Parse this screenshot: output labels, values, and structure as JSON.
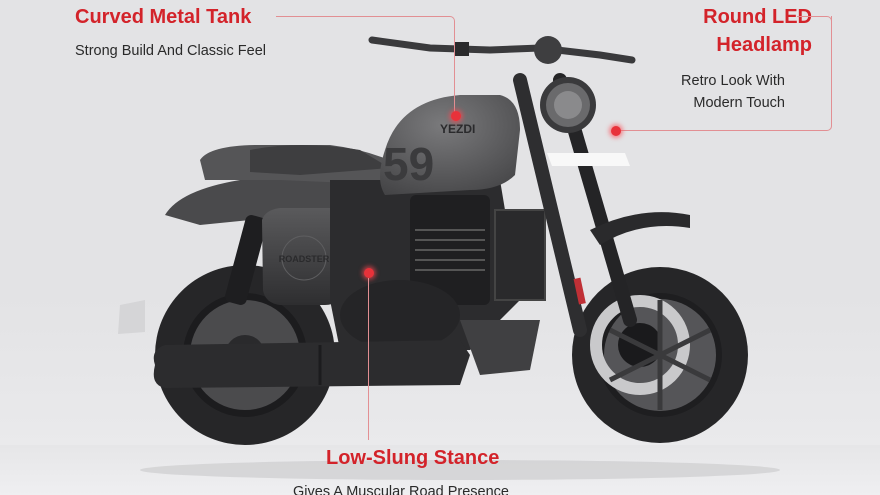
{
  "callouts": {
    "tank": {
      "title": "Curved Metal Tank",
      "description": "Strong Build And Classic Feel"
    },
    "headlamp": {
      "title_line1": "Round LED",
      "title_line2": "Headlamp",
      "description_line1": "Retro Look With",
      "description_line2": "Modern Touch"
    },
    "stance": {
      "title": "Low-Slung Stance",
      "description": "Gives A Muscular Road Presence"
    }
  },
  "bike": {
    "tank_brand": "YEZDI",
    "tank_number": "59",
    "side_panel_label": "ROADSTER"
  },
  "colors": {
    "accent": "#d3232a",
    "background": "#e4e4e6",
    "body": "#4a4a4c"
  }
}
